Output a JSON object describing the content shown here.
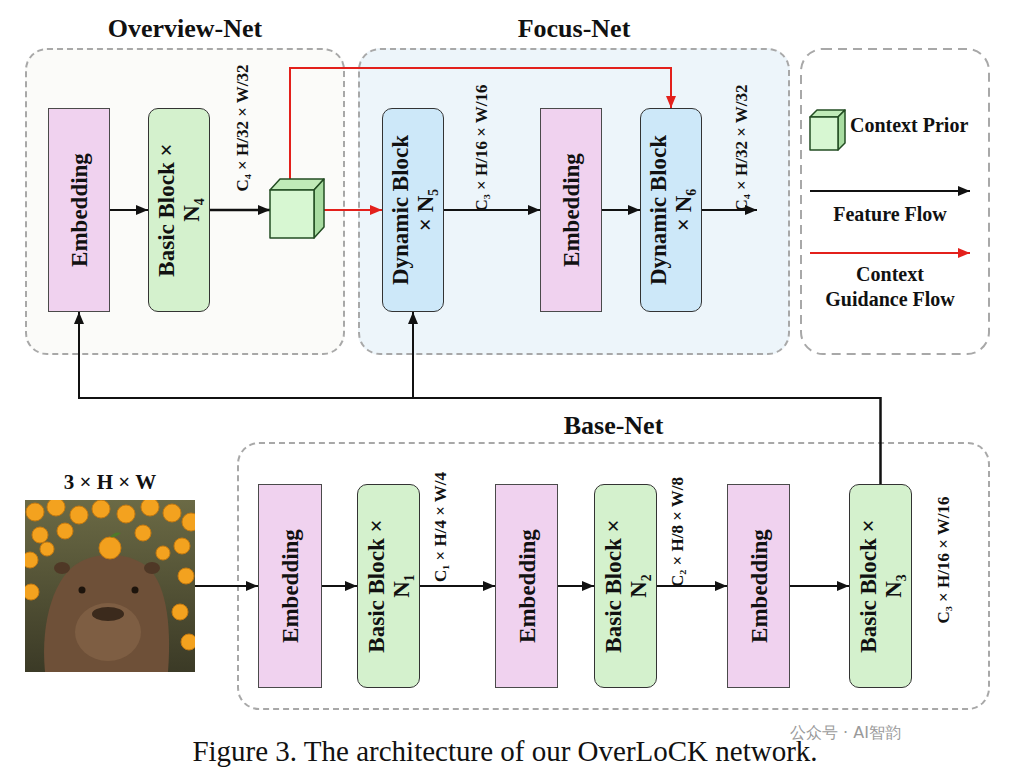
{
  "diagram": {
    "caption": "Figure 3. The architecture of our OverLoCK network.",
    "nodes": [
      {
        "text": [
          "Overview-Net"
        ]
      },
      {
        "text": [
          "Embedding"
        ],
        "in": 0
      },
      {
        "text": [
          "Basic Block × N₄"
        ],
        "in": 0
      },
      {
        "text": [
          "Focus-Net"
        ]
      },
      {
        "text": [
          "Dynamic Block × N₅"
        ],
        "in": 3
      },
      {
        "text": [
          "Embedding"
        ],
        "in": 3
      },
      {
        "text": [
          "Dynamic Block × N₆"
        ],
        "in": 3
      },
      {
        "text": [
          "3 × H × W"
        ]
      },
      {
        "text": [
          "Base-Net"
        ]
      },
      {
        "text": [
          "Embedding"
        ],
        "in": 8
      },
      {
        "text": [
          "Basic Block × N₁"
        ],
        "in": 8
      },
      {
        "text": [
          "Embedding"
        ],
        "in": 8
      },
      {
        "text": [
          "Basic Block × N₂"
        ],
        "in": 8
      },
      {
        "text": [
          "Embedding"
        ],
        "in": 8
      },
      {
        "text": [
          "Basic Block × N₃"
        ],
        "in": 8
      }
    ],
    "edges": [
      {
        "from": 1,
        "to": 2,
        "arrow": "to"
      },
      {
        "from": 2,
        "to": 4,
        "arrow": "to"
      },
      {
        "from": 2,
        "to": 6,
        "arrow": "to"
      },
      {
        "from": 4,
        "to": 5,
        "arrow": "to"
      },
      {
        "from": 5,
        "to": 6,
        "arrow": "to"
      },
      {
        "from": 7,
        "to": 9,
        "arrow": "to"
      },
      {
        "from": 9,
        "to": 10,
        "arrow": "to"
      },
      {
        "from": 10,
        "to": 11,
        "arrow": "to"
      },
      {
        "from": 11,
        "to": 12,
        "arrow": "to"
      },
      {
        "from": 12,
        "to": 13,
        "arrow": "to"
      },
      {
        "from": 13,
        "to": 14,
        "arrow": "to"
      },
      {
        "from": 14,
        "to": 1,
        "arrow": "to"
      },
      {
        "from": 14,
        "to": 4,
        "arrow": "to"
      }
    ],
    "labels": [
      "C₄ × H/32 × W/32",
      "C₃ × H/16 × W/16",
      "C₄ × H/32 × W/32",
      "C₁ × H/4 × W/4",
      "C₂ × H/8 × W/8",
      "C₃ × H/16 × W/16",
      "公众号 · AI智韵"
    ],
    "legend": [
      {
        "text": "Context Prior"
      },
      {
        "text": "Feature Flow"
      },
      {
        "text": "Context Guidance Flow"
      }
    ]
  }
}
